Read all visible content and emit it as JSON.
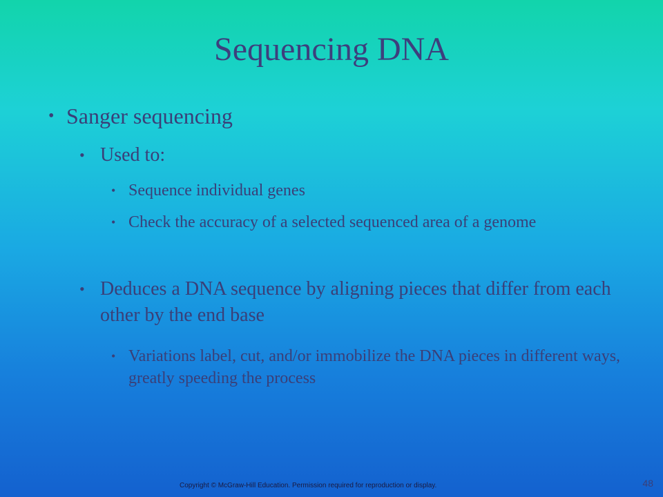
{
  "slide": {
    "title": "Sequencing DNA",
    "bullets": {
      "b1": "Sanger sequencing",
      "b1_1": "Used to:",
      "b1_1_1": "Sequence individual genes",
      "b1_1_2": "Check the accuracy of a selected sequenced area of a genome",
      "b1_2": "Deduces a DNA sequence by aligning pieces that differ from each other by the end base",
      "b1_2_1": "Variations label, cut, and/or immobilize the DNA pieces in different ways, greatly speeding the process"
    },
    "bullet_glyph": "•",
    "footer": "Copyright © McGraw-Hill Education. Permission required for reproduction or display.",
    "page_number": "48"
  },
  "colors": {
    "gradient_top": "#12d4ab",
    "gradient_bottom": "#1461cf",
    "text": "#3a3f78"
  }
}
